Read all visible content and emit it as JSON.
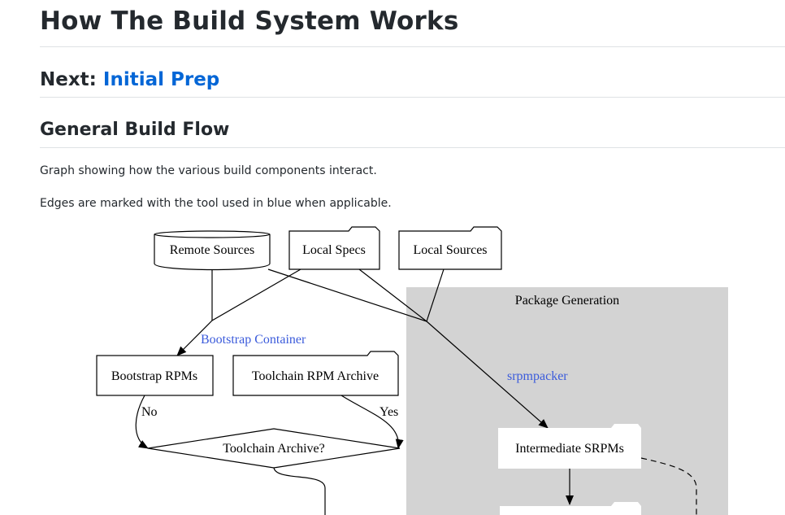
{
  "page": {
    "title": "How The Build System Works",
    "next_label": "Next: ",
    "next_link": "Initial Prep",
    "section_title": "General Build Flow",
    "para1": "Graph showing how the various build components interact.",
    "para2": "Edges are marked with the tool used in blue when applicable."
  },
  "graph": {
    "cluster_label": "Package Generation",
    "nodes": {
      "remote_sources": "Remote Sources",
      "local_specs": "Local Specs",
      "local_sources": "Local Sources",
      "bootstrap_rpms": "Bootstrap RPMs",
      "toolchain_rpm_archive": "Toolchain RPM Archive",
      "toolchain_archive_q": "Toolchain Archive?",
      "intermediate_srpms": "Intermediate SRPMs"
    },
    "edge_labels": {
      "bootstrap_container": "Bootstrap Container",
      "srpmpacker": "srpmpacker",
      "no": "No",
      "yes": "Yes"
    },
    "colors": {
      "tool_label": "#3b5bdb",
      "cluster_fill": "#d3d3d3"
    }
  }
}
